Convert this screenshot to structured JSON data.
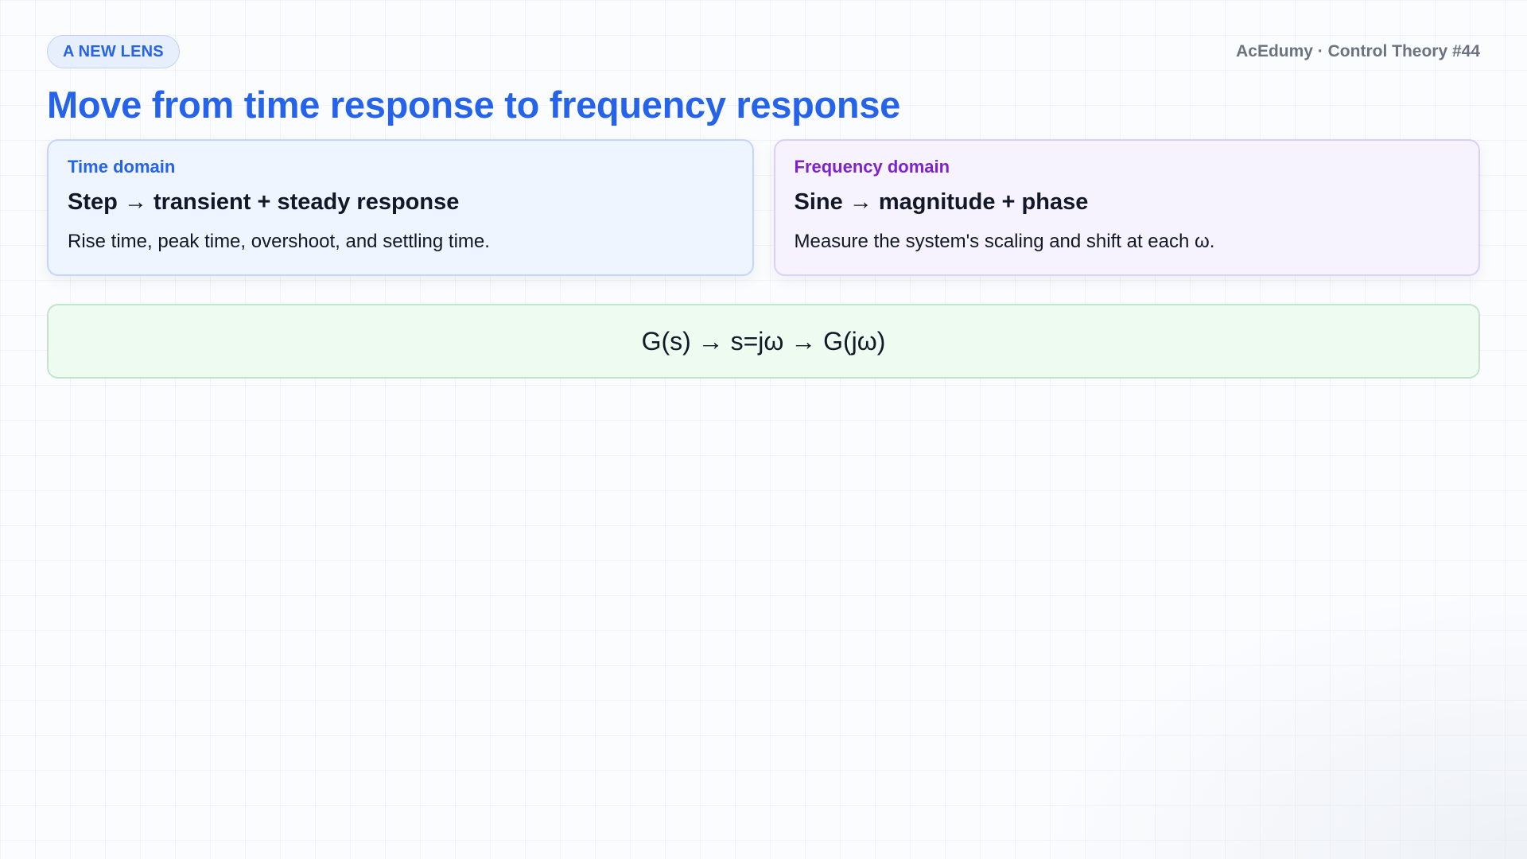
{
  "header": {
    "badge": "A NEW LENS",
    "brand": "AcEdumy · Control Theory #44"
  },
  "title": "Move from time response to frequency response",
  "cards": [
    {
      "label": "Time domain",
      "heading": "Step → transient + steady response",
      "description": "Rise time, peak time, overshoot, and settling time.",
      "accent": "#2563eb"
    },
    {
      "label": "Frequency domain",
      "heading": "Sine → magnitude + phase",
      "description": "Measure the system's scaling and shift at each ω.",
      "accent": "#7e22ce"
    }
  ],
  "formula": "G(s) → s=jω → G(jω)",
  "colors": {
    "title": "#2563eb",
    "brand": "#6b7280",
    "formula_bg": "#edfbf1",
    "formula_border": "#bfe6cb"
  }
}
